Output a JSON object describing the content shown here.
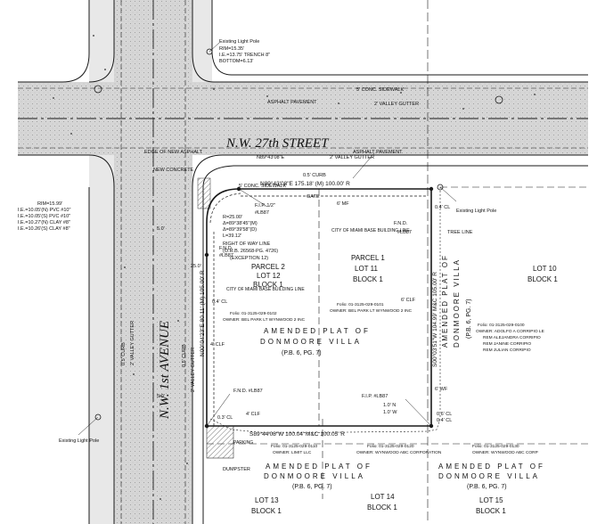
{
  "streets": {
    "street_name": "N.W. 27th STREET",
    "avenue_name": "N.W. 1st AVENUE"
  },
  "labels": {
    "existing_light_pole_ne": "Existing Light Pole",
    "light_pole_rim": "RIM=15.35'",
    "light_pole_ie_trench": "I.E.=13.75' TRENCH 8\"",
    "light_pole_bottom": "BOTTOM=6.13'",
    "conc_sidewalk_n": "5' CONC. SIDEWALK",
    "asphalt_pavement_n": "ASPHALT PAVEMENT",
    "valley_gutter_n": "2' VALLEY GUTTER",
    "edge_of_new_asphalt": "EDGE OF NEW ASPHALT",
    "new_concrete": "NEW CONCRETE",
    "valley_gutter_s": "2' VALLEY GUTTER",
    "asphalt_pavement_s": "ASPHALT PAVEMENT",
    "curb_s": "0.5' CURB",
    "conc_sidewalk_s": "5' CONC. SIDEWALK",
    "rim_left": "RIM=15.99'",
    "ie_left_1": "I.E.=10.05'(N) PVC #10\"",
    "ie_left_2": "I.E.=10.05'(S) PVC #10\"",
    "ie_left_3": "I.E.=10.27'(N) CLAY #8\"",
    "ie_left_4": "I.E.=10.26'(S) CLAY #8\"",
    "north_line_bearing": "N89°43'08\"E 175.18' (M) 100.00' R",
    "north_bearing_top": "N89°43'08\"E",
    "fip_nw": "F.I.P. 1/2\"",
    "fip_nw_num": "#LB87",
    "gate": "GATE",
    "mf_top": "6' MF",
    "curve_r": "R=25.00'",
    "curve_delta1": "Δ=89°38'45\"(M)",
    "curve_delta2": "Δ=89°39'58\"(D)",
    "curve_l": "L=39.12'",
    "row_line": "RIGHT OF WAY LINE",
    "row_ref": "(O.R.B. 26568-PG. 4726)",
    "row_exception": "(EXCEPTION 12)",
    "bbl_north": "CITY OF MIAMI BASE BUILDING LINE",
    "fnd_ne": "F.N.D.",
    "fnd_ne_num": "#LB87",
    "cl_ne": "0.4' CL",
    "ex_light_pole_e": "Existing Light Pole",
    "tree_line": "TREE LINE",
    "fnd_w": "F.N.D.",
    "fnd_w_num": "#LB87",
    "dim_25": "25.0'",
    "parcel2": "PARCEL 2",
    "lot12": "LOT 12",
    "block1_a": "BLOCK 1",
    "parcel1": "PARCEL 1",
    "lot11": "LOT 11",
    "block1_b": "BLOCK 1",
    "lot10": "LOT 10",
    "block1_c": "BLOCK 1",
    "bbl_west": "CITY OF MIAMI BASE BUILDING LINE",
    "cl_w": "0.4' CL",
    "clf_e": "6' CLF",
    "west_line_bearing": "N00°04'23\"E 80.11' (M) 105.00' R",
    "east_line_bearing": "S00°03'51\"W 104.99' M&C 105.00' R",
    "folio_a": "Folio: 01-3125-029-0102",
    "owner_a": "OWNER: BEL PARK LT WYNWOOD 2 INC",
    "folio_b": "Folio: 01-3125-029-0101",
    "owner_b": "OWNER: BEL PARK LT WYNWOOD 2 INC",
    "folio_c": "Folio: 01-3125-029-0100",
    "owner_c1": "OWNER: ADOLFO A CORRIPIO LE",
    "owner_c2": "REM ALEJANDRA CORRIPIO",
    "owner_c3": "REM JANINE CORRIPIO",
    "owner_c4": "REM JULIAN CORRIPIO",
    "plat_center_1": "AMENDED PLAT OF",
    "plat_center_2": "DONMOORE VILLA",
    "plat_center_3": "(P.B. 6, PG. 7)",
    "plat_east_1": "AMENDED PLAT OF",
    "plat_east_2": "DONMOORE VILLA",
    "plat_east_3": "(P.B. 6, PG. 7)",
    "curb_left": "0.5' CURB",
    "valley_gutter_left": "2' VALLEY GUTTER",
    "curb_right": "0.5' CURB",
    "valley_gutter_right": "2' VALLEY GUTTER",
    "clf_w": "4' CLF",
    "dim_50_a": "5.0'",
    "dim_50_b": "5.0'",
    "fip_se": "F.I.P. #LB87",
    "fip_se_n": "1.0' N",
    "fip_se_w": "1.0' W",
    "wf_se": "6' WF",
    "cl_se1": "0.6' CL",
    "cl_se2": "0.4' CL",
    "fnd_sw": "F.N.D. #LB87",
    "cl_sw": "0.3' CL",
    "clf_sw": "4' CLF",
    "south_line_bearing": "S89°44'08\"W 100.04' M&C 100.05' R",
    "parking": "PARKING",
    "dumpster": "DUMPSTER",
    "existing_light_pole_sw": "Existing Light Pole",
    "folio_d": "Folio: 01-3125-029-0110",
    "owner_d": "OWNER: LIMIT LLC",
    "folio_e": "Folio: 01-3125-029-0120",
    "owner_e": "OWNER: WYNWOOD ABC CORPORATION",
    "folio_f": "Folio: 01-3125-029-0130",
    "owner_f": "OWNER: WYNWOOD ABC CORP",
    "plat_s1_1": "AMENDED PLAT OF",
    "plat_s1_2": "DONMOORE VILLA",
    "plat_s1_3": "(P.B. 6, PG. 7)",
    "plat_s2_1": "AMENDED PLAT OF",
    "plat_s2_2": "DONMOORE VILLA",
    "plat_s2_3": "(P.B. 6, PG. 7)",
    "lot13": "LOT 13",
    "block1_d": "BLOCK 1",
    "lot14": "LOT 14",
    "block1_e": "BLOCK 1",
    "lot15": "LOT 15",
    "block1_f": "BLOCK 1"
  },
  "colors": {
    "road_fill": "#d4d4d4",
    "line": "#1a1a1a",
    "hatch": "#555555"
  }
}
